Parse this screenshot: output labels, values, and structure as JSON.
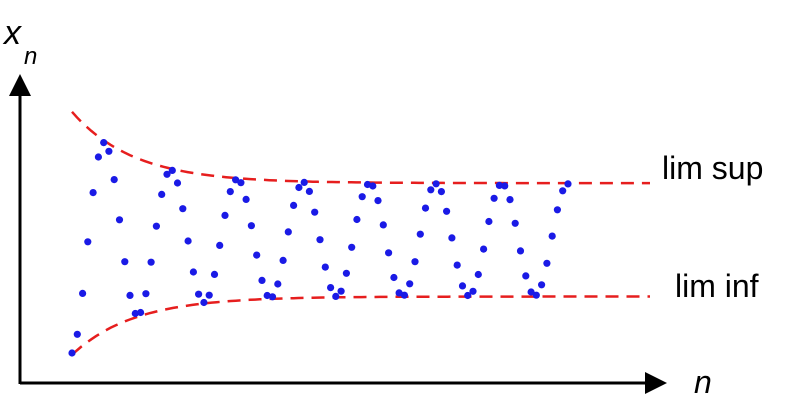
{
  "chart_data": {
    "type": "scatter",
    "title": "",
    "grid": false,
    "legend": "none",
    "ylabel": "x",
    "ylabel_subscript": "n",
    "xlabel": "n",
    "envelope_labels": {
      "upper": "lim sup",
      "lower": "lim inf"
    },
    "colors": {
      "points": "#1a1ae6",
      "envelopes": "#e61e1e",
      "axes": "#000000"
    },
    "sequence": {
      "description_free_params": true,
      "n_points": 95,
      "x_range": [
        0,
        1
      ],
      "oscillation_cycles": 7.5,
      "start_phase": 0.5,
      "limit_upper": 0.62,
      "limit_lower": 0.27,
      "initial_upper": 0.84,
      "initial_lower": 0.09,
      "decay_rate": 8
    },
    "series": [
      {
        "role": "upper-envelope",
        "line_style": "dashed"
      },
      {
        "role": "lower-envelope",
        "line_style": "dashed"
      },
      {
        "role": "sequence",
        "marker": "dot"
      }
    ]
  }
}
